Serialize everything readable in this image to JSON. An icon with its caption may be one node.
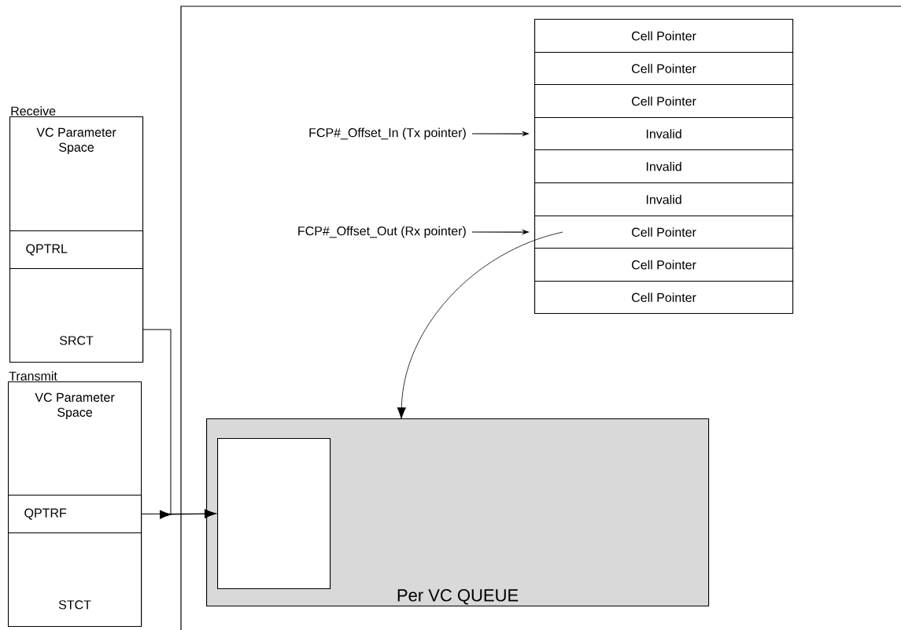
{
  "diagram": {
    "nodes": [
      {
        "text": [
          "Receive",
          "VC Parameter Space"
        ]
      },
      {
        "text": [
          "QPTRL"
        ],
        "in": 0
      },
      {
        "text": [
          "SRCT"
        ],
        "in": 0
      },
      {
        "text": [
          "Transmit",
          "VC Parameter Space"
        ]
      },
      {
        "text": [
          "QPTRF"
        ],
        "in": 3
      },
      {
        "text": [
          "STCT"
        ],
        "in": 3
      },
      {
        "text": [
          "Per VC QUEUE"
        ]
      },
      {
        "text": [],
        "shape": "box",
        "in": 6
      },
      {
        "text": [
          "Cell Pointer"
        ]
      },
      {
        "text": [
          "Cell Pointer"
        ]
      },
      {
        "text": [
          "Cell Pointer"
        ]
      },
      {
        "text": [
          "Invalid"
        ]
      },
      {
        "text": [
          "Invalid"
        ]
      },
      {
        "text": [
          "Invalid"
        ]
      },
      {
        "text": [
          "Cell Pointer"
        ]
      },
      {
        "text": [
          "Cell Pointer"
        ]
      },
      {
        "text": [
          "Cell Pointer"
        ]
      },
      {
        "text": [
          "FCP#_Offset_In (Tx pointer)"
        ]
      },
      {
        "text": [
          "FCP#_Offset_Out (Rx pointer)"
        ]
      }
    ],
    "edges": [
      {
        "from": 2,
        "to": 7,
        "arrow": "to"
      },
      {
        "from": 4,
        "to": 7,
        "arrow": "to"
      },
      {
        "from": 17,
        "to": 11,
        "arrow": "to"
      },
      {
        "from": 18,
        "to": 14,
        "arrow": "to"
      },
      {
        "from": 14,
        "to": 6,
        "arrow": "to"
      }
    ]
  }
}
